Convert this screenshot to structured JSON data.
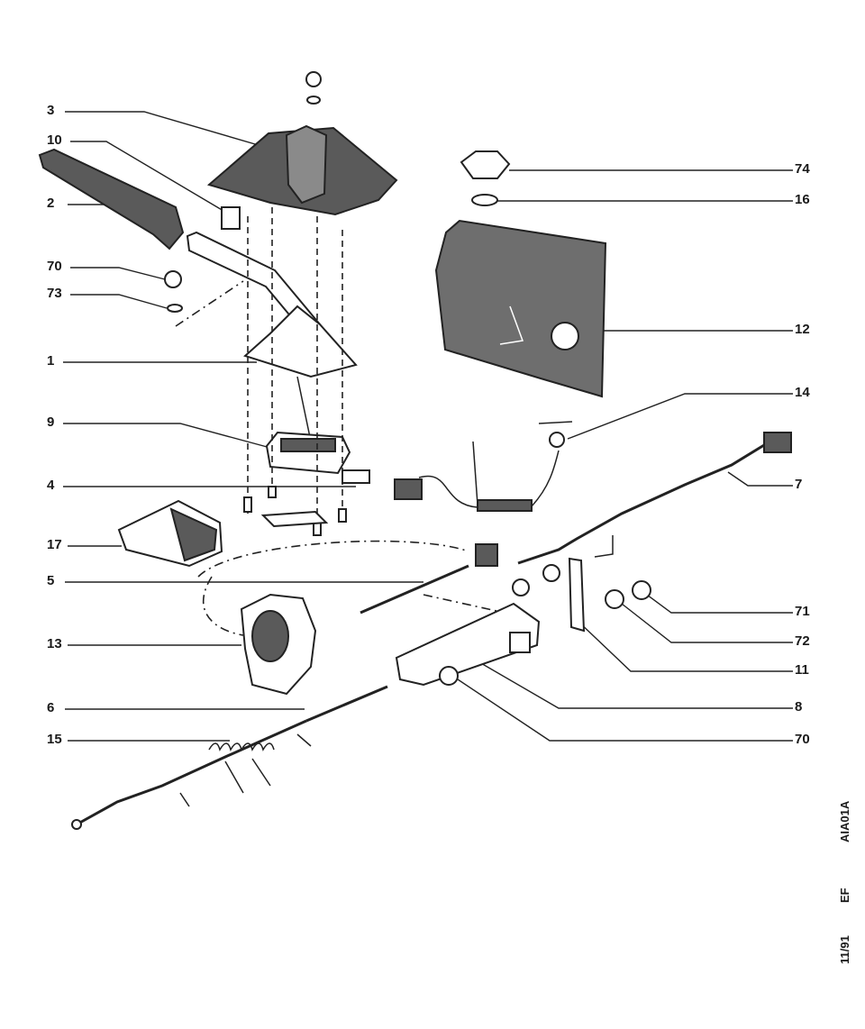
{
  "labels": {
    "l3": "3",
    "l10": "10",
    "l2": "2",
    "l70a": "70",
    "l73": "73",
    "l1": "1",
    "l9": "9",
    "l4": "4",
    "l17": "17",
    "l5": "5",
    "l13": "13",
    "l6": "6",
    "l15": "15",
    "r74": "74",
    "r16": "16",
    "r12": "12",
    "r14": "14",
    "r7": "7",
    "r71": "71",
    "r72": "72",
    "r11": "11",
    "r8": "8",
    "r70b": "70"
  },
  "side": {
    "code": "AIA01A",
    "page": "EF",
    "date": "11/91"
  }
}
